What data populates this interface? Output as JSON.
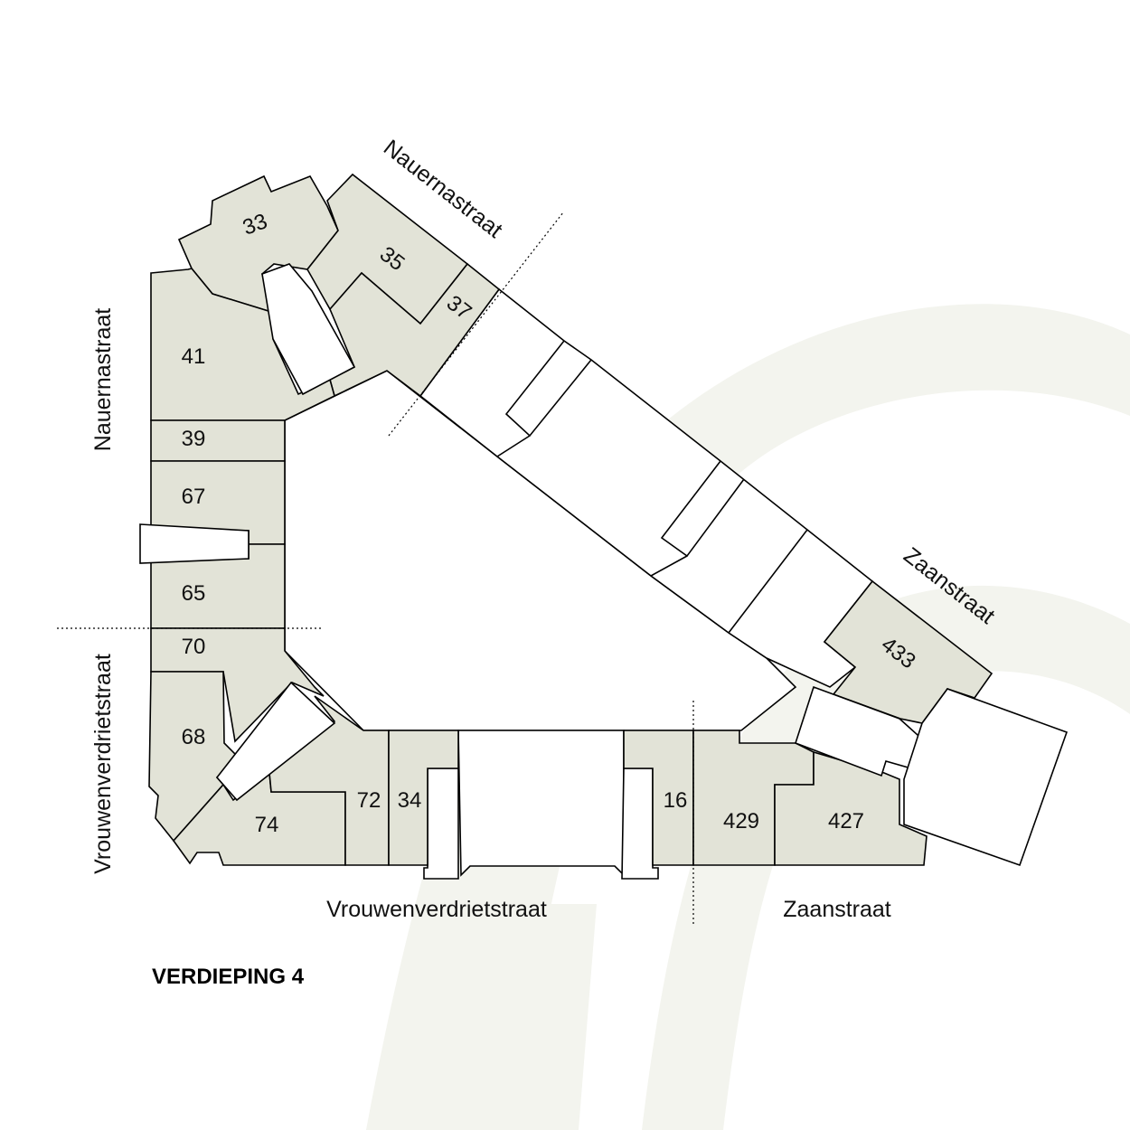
{
  "floor_title": "VERDIEPING 4",
  "streets": {
    "nauernastraat_diag": "Nauernastraat",
    "nauernastraat_left": "Nauernastraat",
    "vrouwenverdrietstraat_left": "Vrouwenverdrietstraat",
    "vrouwenverdrietstraat_bottom": "Vrouwenverdrietstraat",
    "zaanstraat_bottom": "Zaanstraat",
    "zaanstraat_diag": "Zaanstraat"
  },
  "units": {
    "u33": "33",
    "u35": "35",
    "u37": "37",
    "u41": "41",
    "u39": "39",
    "u67": "67",
    "u65": "65",
    "u70": "70",
    "u68": "68",
    "u74": "74",
    "u72": "72",
    "u34": "34",
    "u16": "16",
    "u429": "429",
    "u427": "427",
    "u433": "433"
  },
  "colors": {
    "unit_fill": "#e2e3d7",
    "background_arch": "#f3f4ee"
  }
}
